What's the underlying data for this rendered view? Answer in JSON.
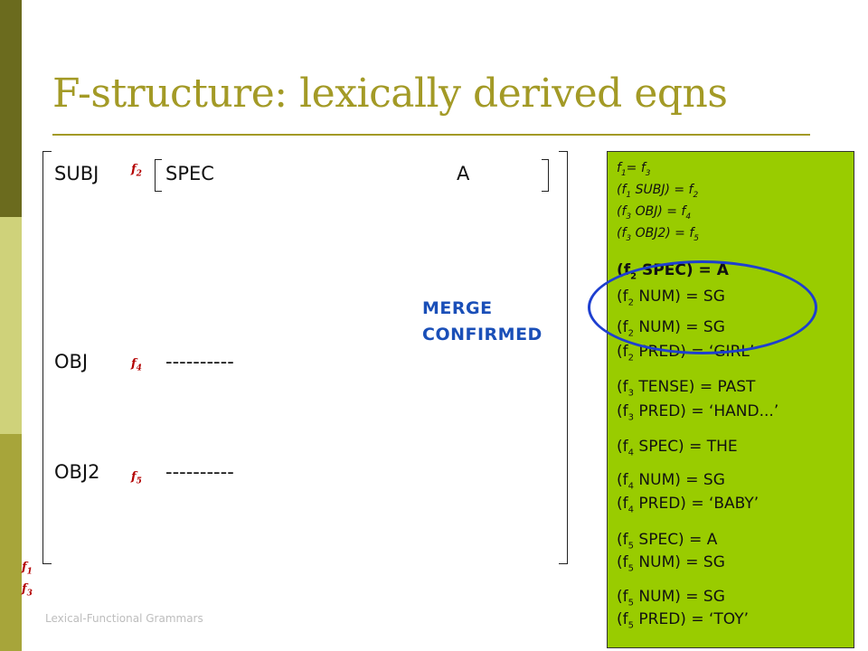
{
  "slide": {
    "title": "F-structure: lexically derived eqns",
    "footer": "Lexical-Functional Grammars"
  },
  "fstructure": {
    "subj_label": "SUBJ",
    "spec_label": "SPEC",
    "spec_value": "A",
    "obj_label": "OBJ",
    "obj_value": "----------",
    "obj2_label": "OBJ2",
    "obj2_value": "----------",
    "f2": "f",
    "f2_sub": "2",
    "f4": "f",
    "f4_sub": "4",
    "f5": "f",
    "f5_sub": "5",
    "f1": "f",
    "f1_sub": "1",
    "f3": "f",
    "f3_sub": "3"
  },
  "status": {
    "merge_line1": "MERGE",
    "merge_line2": "CONFIRMED"
  },
  "equations": [
    {
      "a": "f",
      "as": "1",
      "b": "= f",
      "bs": "3",
      "c": ""
    },
    {
      "a": "(f",
      "as": "1",
      "b": " SUBJ) = f",
      "bs": "2",
      "c": ""
    },
    {
      "a": "(f",
      "as": "3",
      "b": " OBJ) = f",
      "bs": "4",
      "c": ""
    },
    {
      "a": "(f",
      "as": "3",
      "b": " OBJ2) = f",
      "bs": "5",
      "c": ""
    },
    {
      "a": "(f",
      "as": "2",
      "b": " SPEC) = A",
      "bs": "",
      "c": ""
    },
    {
      "a": "(f",
      "as": "2",
      "b": " NUM) = SG",
      "bs": "",
      "c": ""
    },
    {
      "a": "(f",
      "as": "2",
      "b": " NUM) = SG",
      "bs": "",
      "c": ""
    },
    {
      "a": "(f",
      "as": "2",
      "b": " PRED) = ‘GIRL’",
      "bs": "",
      "c": ""
    },
    {
      "a": "(f",
      "as": "3",
      "b": " TENSE) = PAST",
      "bs": "",
      "c": ""
    },
    {
      "a": "(f",
      "as": "3",
      "b": " PRED) = ‘HAND...’",
      "bs": "",
      "c": ""
    },
    {
      "a": "(f",
      "as": "4",
      "b": " SPEC) = THE",
      "bs": "",
      "c": ""
    },
    {
      "a": "(f",
      "as": "4",
      "b": " NUM) = SG",
      "bs": "",
      "c": ""
    },
    {
      "a": "(f",
      "as": "4",
      "b": " PRED) = ‘BABY’",
      "bs": "",
      "c": ""
    },
    {
      "a": "(f",
      "as": "5",
      "b": " SPEC) = A",
      "bs": "",
      "c": ""
    },
    {
      "a": "(f",
      "as": "5",
      "b": " NUM) = SG",
      "bs": "",
      "c": ""
    },
    {
      "a": "(f",
      "as": "5",
      "b": " NUM) = SG",
      "bs": "",
      "c": ""
    },
    {
      "a": "(f",
      "as": "5",
      "b": " PRED) = ‘TOY’",
      "bs": "",
      "c": ""
    }
  ],
  "colors": {
    "title": "#a39a26",
    "panel": "#99cc00",
    "highlight_circle": "#1e3fd0",
    "merge_text": "#1a4fb8",
    "variable_red": "#b30000"
  }
}
